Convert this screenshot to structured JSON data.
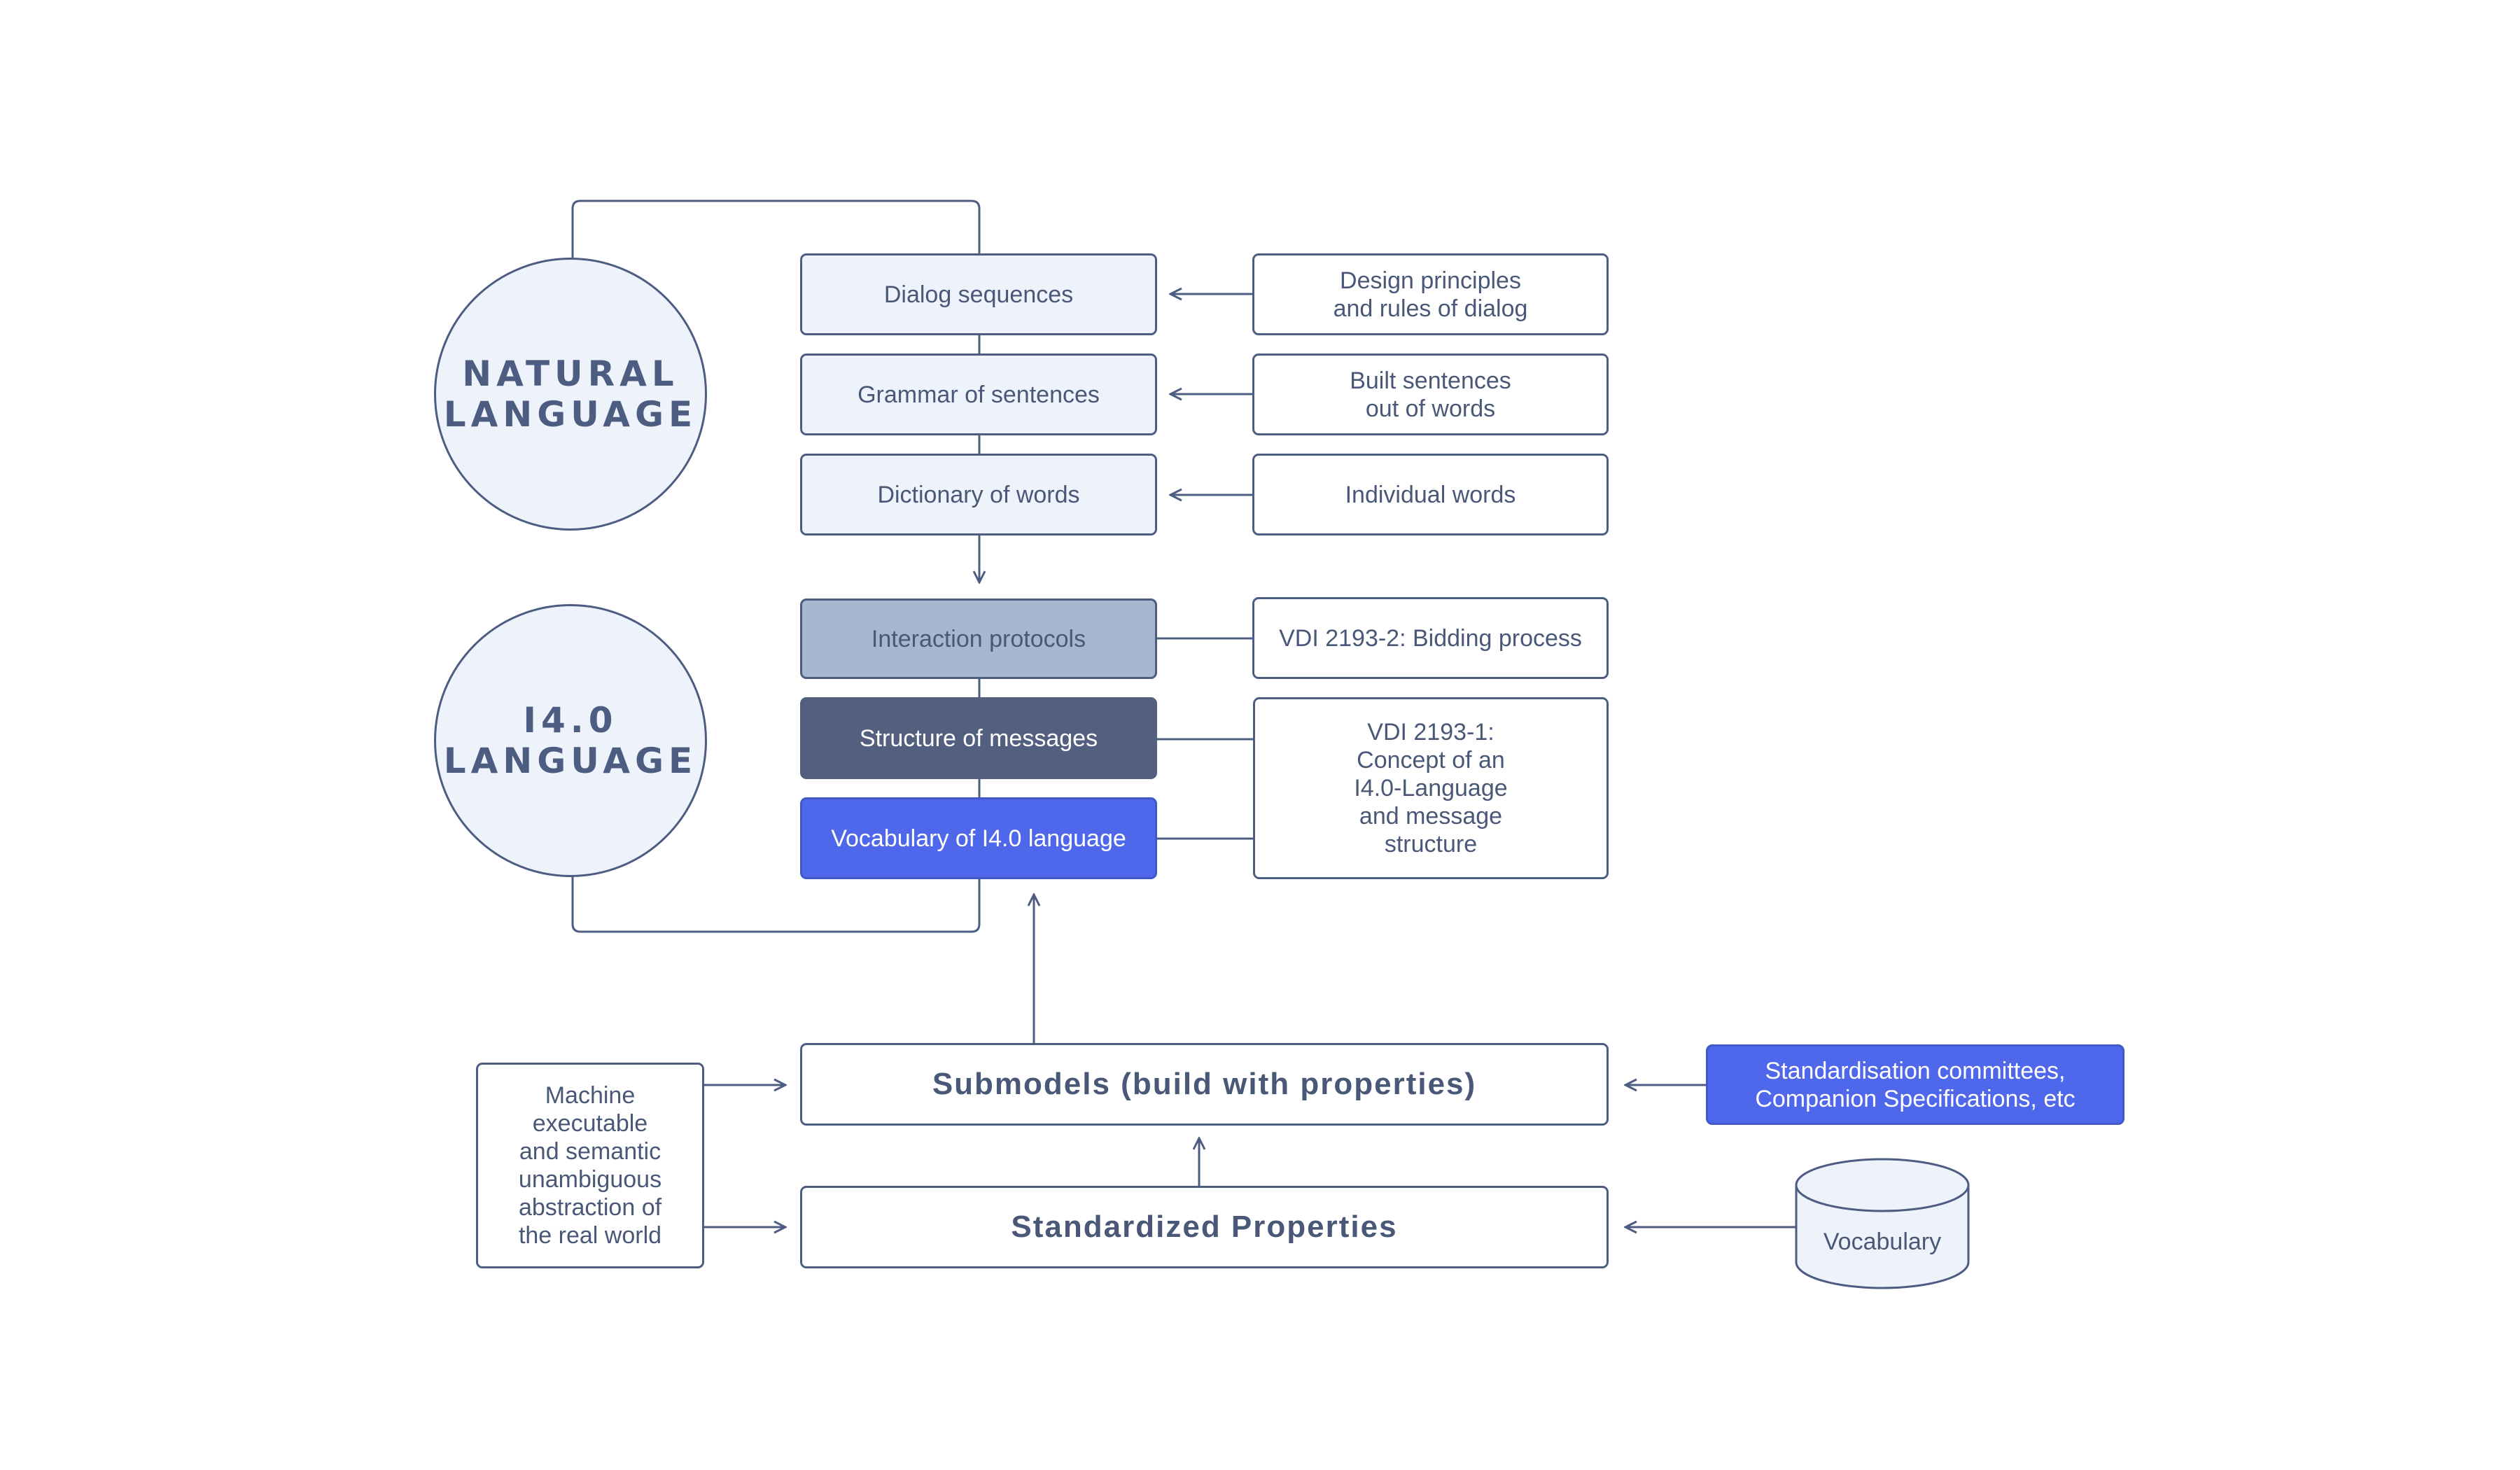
{
  "natural_language": {
    "title": "NATURAL\nLANGUAGE",
    "layers": [
      "Dialog sequences",
      "Grammar of sentences",
      "Dictionary of words"
    ],
    "sources": [
      "Design principles\nand rules of dialog",
      "Built sentences\nout of words",
      "Individual words"
    ]
  },
  "i40_language": {
    "title": "I4.0\nLANGUAGE",
    "layers": [
      "Interaction protocols",
      "Structure of messages",
      "Vocabulary of I4.0 language"
    ],
    "sources": [
      "VDI 2193-2: Bidding process",
      "VDI 2193-1:\nConcept of an\nI4.0-Language\nand message\nstructure"
    ]
  },
  "foundation": {
    "submodels": "Submodels (build with properties)",
    "properties": "Standardized Properties",
    "abstraction": "Machine\nexecutable\nand semantic\nunambiguous\nabstraction of\nthe real world",
    "committees": "Standardisation committees,\nCompanion Specifications, etc",
    "vocabulary": "Vocabulary"
  },
  "colors": {
    "stroke": "#4d5d82",
    "light_fill": "#eef2fa",
    "interaction_fill": "#a7b7cf",
    "structure_fill": "#525f7f",
    "accent_blue": "#4f67ea"
  }
}
